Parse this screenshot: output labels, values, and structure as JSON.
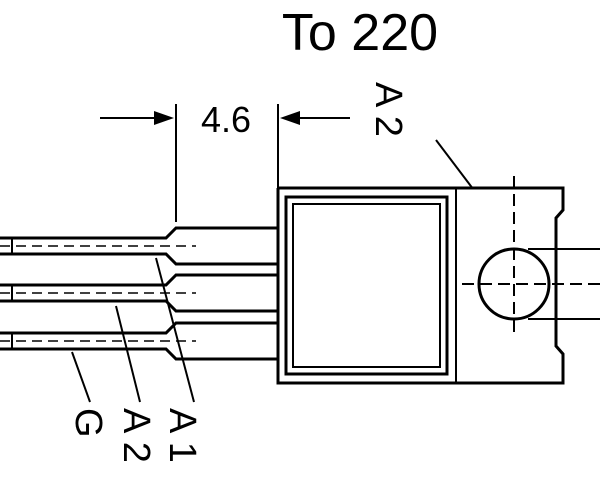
{
  "title": "To 220",
  "dimension": {
    "value": "4.6"
  },
  "labels": {
    "tab_pin": "A 2",
    "pin_g": "G",
    "pin_a2": "A 2",
    "pin_a1": "A 1"
  },
  "colors": {
    "ink": "#000000",
    "paper": "#ffffff"
  }
}
